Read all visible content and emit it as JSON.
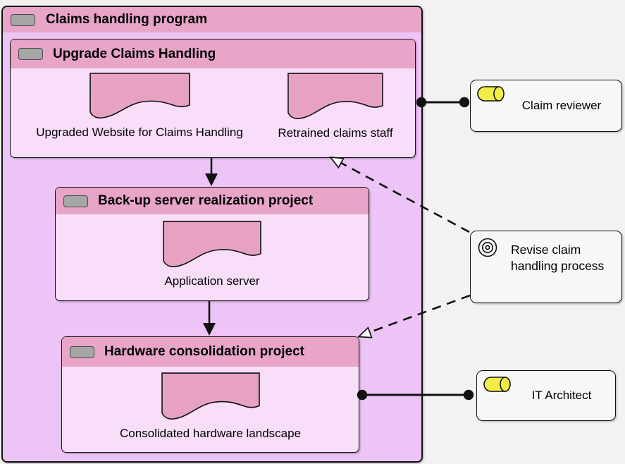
{
  "program": {
    "title": "Claims handling program"
  },
  "work_packages": [
    {
      "title": "Upgrade Claims Handling",
      "deliverables": [
        {
          "label": "Upgraded Website for Claims Handling"
        },
        {
          "label": "Retrained claims staff"
        }
      ]
    },
    {
      "title": "Back-up server realization project",
      "deliverables": [
        {
          "label": "Application server"
        }
      ]
    },
    {
      "title": "Hardware consolidation project",
      "deliverables": [
        {
          "label": "Consolidated hardware landscape"
        }
      ]
    }
  ],
  "roles": [
    {
      "label": "Claim reviewer"
    },
    {
      "label": "IT Architect"
    }
  ],
  "goal": {
    "label": "Revise claim handling process"
  },
  "icons": {
    "work_package": "gray-rounded-rectangle",
    "business_role": "yellow-cylinder",
    "goal": "concentric-circles"
  },
  "relationships": [
    {
      "type": "flow-arrow",
      "from": "Upgrade Claims Handling",
      "to": "Back-up server realization project"
    },
    {
      "type": "flow-arrow",
      "from": "Back-up server realization project",
      "to": "Hardware consolidation project"
    },
    {
      "type": "assignment",
      "from": "Claim reviewer",
      "to": "Claims handling program"
    },
    {
      "type": "assignment",
      "from": "IT Architect",
      "to": "Hardware consolidation project"
    },
    {
      "type": "realization-dashed",
      "from": "Revise claim handling process",
      "to": "Upgrade Claims Handling"
    },
    {
      "type": "realization-dashed",
      "from": "Revise claim handling process",
      "to": "Hardware consolidation project"
    }
  ],
  "colors": {
    "page_bg": "#f3f2f1",
    "header_pink": "#e8a5c8",
    "program_body": "#edc4f6",
    "package_body": "#f8def9",
    "deliverable_fill": "#e7a2c2",
    "work_package_icon": "#a6a6a6",
    "role_icon_yellow": "#f3ec48",
    "node_bg": "#f7f7f7",
    "line": "#000000"
  }
}
